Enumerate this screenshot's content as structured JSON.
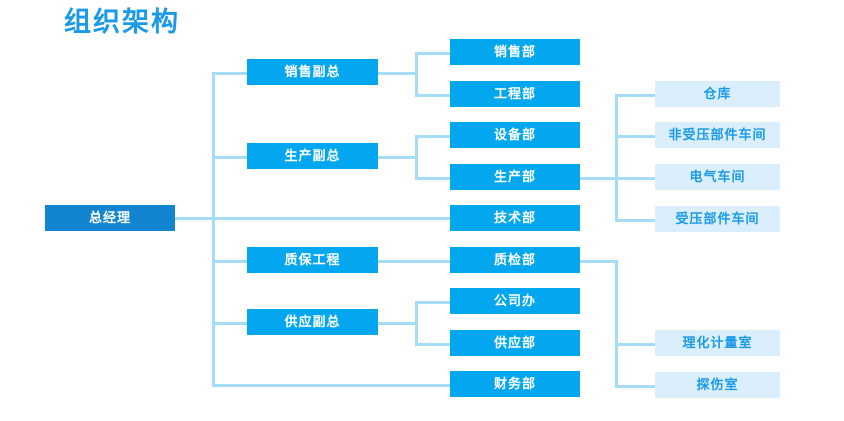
{
  "title": "组织架构",
  "colors": {
    "root_bg": "#1384d0",
    "node_bg": "#02a7f0",
    "leaf_bg": "#dbeefc",
    "leaf_text": "#1a9ae8",
    "connector": "#a5dcf6",
    "title_text": "#1a9ae8",
    "page_bg": "#ffffff"
  },
  "chart_data": {
    "type": "diagram",
    "diagram_kind": "org-chart",
    "title": "组织架构",
    "orientation": "left-to-right",
    "nodes": [
      {
        "id": "gm",
        "label": "总经理",
        "level": 1,
        "parent": null
      },
      {
        "id": "vp_sales",
        "label": "销售副总",
        "level": 2,
        "parent": "gm"
      },
      {
        "id": "vp_prod",
        "label": "生产副总",
        "level": 2,
        "parent": "gm"
      },
      {
        "id": "qa_eng",
        "label": "质保工程",
        "level": 2,
        "parent": "gm"
      },
      {
        "id": "vp_supply",
        "label": "供应副总",
        "level": 2,
        "parent": "gm"
      },
      {
        "id": "sales",
        "label": "销售部",
        "level": 3,
        "parent": "vp_sales"
      },
      {
        "id": "eng",
        "label": "工程部",
        "level": 3,
        "parent": "vp_sales"
      },
      {
        "id": "equip",
        "label": "设备部",
        "level": 3,
        "parent": "vp_prod"
      },
      {
        "id": "prod",
        "label": "生产部",
        "level": 3,
        "parent": "vp_prod"
      },
      {
        "id": "tech",
        "label": "技术部",
        "level": 3,
        "parent": "gm"
      },
      {
        "id": "qc",
        "label": "质检部",
        "level": 3,
        "parent": "qa_eng"
      },
      {
        "id": "office",
        "label": "公司办",
        "level": 3,
        "parent": "vp_supply"
      },
      {
        "id": "supply",
        "label": "供应部",
        "level": 3,
        "parent": "vp_supply"
      },
      {
        "id": "finance",
        "label": "财务部",
        "level": 3,
        "parent": "gm"
      },
      {
        "id": "warehouse",
        "label": "仓库",
        "level": 4,
        "parent": "prod"
      },
      {
        "id": "nonpress",
        "label": "非受压部件车间",
        "level": 4,
        "parent": "prod"
      },
      {
        "id": "electric",
        "label": "电气车间",
        "level": 4,
        "parent": "prod"
      },
      {
        "id": "press",
        "label": "受压部件车间",
        "level": 4,
        "parent": "prod"
      },
      {
        "id": "lab",
        "label": "理化计量室",
        "level": 4,
        "parent": "qc"
      },
      {
        "id": "ndt",
        "label": "探伤室",
        "level": 4,
        "parent": "qc"
      }
    ]
  },
  "nodes": {
    "gm": "总经理",
    "vp_sales": "销售副总",
    "vp_prod": "生产副总",
    "qa_eng": "质保工程",
    "vp_supply": "供应副总",
    "sales": "销售部",
    "eng": "工程部",
    "equip": "设备部",
    "prod": "生产部",
    "tech": "技术部",
    "qc": "质检部",
    "office": "公司办",
    "supply": "供应部",
    "finance": "财务部",
    "warehouse": "仓库",
    "nonpress": "非受压部件车间",
    "electric": "电气车间",
    "press": "受压部件车间",
    "lab": "理化计量室",
    "ndt": "探伤室"
  }
}
